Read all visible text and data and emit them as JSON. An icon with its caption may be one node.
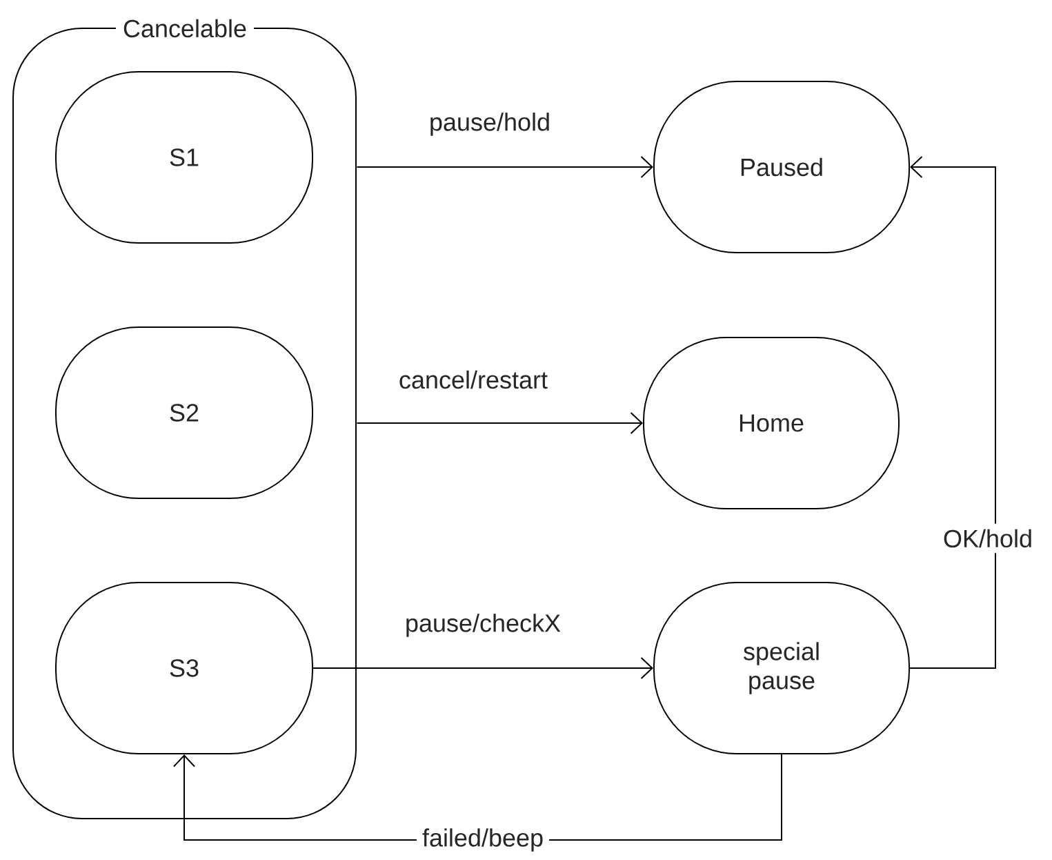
{
  "diagram": {
    "nodes": [
      {
        "text": [
          "Cancelable"
        ]
      },
      {
        "text": [
          "S1"
        ],
        "in": 0
      },
      {
        "text": [
          "S2"
        ],
        "in": 0
      },
      {
        "text": [
          "S3"
        ],
        "in": 0
      },
      {
        "text": [
          "Paused"
        ]
      },
      {
        "text": [
          "Home"
        ]
      },
      {
        "text": [
          "special pause"
        ]
      }
    ],
    "edges": [
      {
        "from": 0,
        "to": 4,
        "arrow": "to",
        "label": "pause/hold"
      },
      {
        "from": 0,
        "to": 5,
        "arrow": "to",
        "label": "cancel/restart"
      },
      {
        "from": 3,
        "to": 6,
        "arrow": "to",
        "label": "pause/checkX"
      },
      {
        "from": 6,
        "to": 4,
        "arrow": "to",
        "label": "OK/hold"
      },
      {
        "from": 6,
        "to": 3,
        "arrow": "to",
        "label": "failed/beep"
      }
    ]
  }
}
